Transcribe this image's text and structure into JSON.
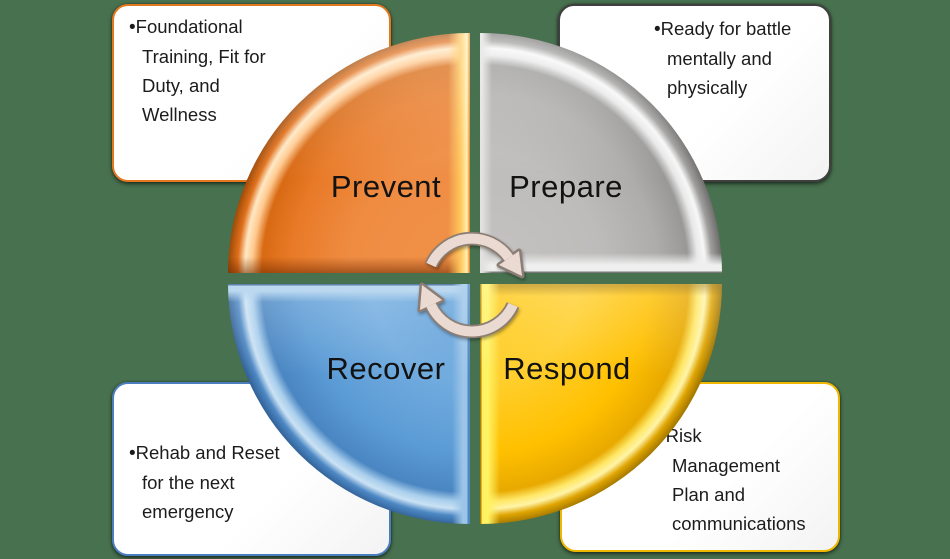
{
  "diagram": {
    "type": "cycle-quadrant",
    "background_color": "#48714F",
    "bullet": "•",
    "arrow_color": "#EADAD1",
    "arrow_outline_color": "#8C7E74",
    "quadrants": [
      {
        "id": "prevent",
        "label": "Prevent",
        "color": "#ED7D31",
        "callout": {
          "text": "Foundational\nTraining, Fit for\nDuty, and\nWellness",
          "border_color": "#E4781F"
        }
      },
      {
        "id": "prepare",
        "label": "Prepare",
        "color": "#A6A6A6",
        "callout": {
          "text": "Ready for battle\nmentally and\nphysically",
          "border_color": "#3F3F3F"
        }
      },
      {
        "id": "recover",
        "label": "Recover",
        "color": "#5B9BD5",
        "callout": {
          "text": "Rehab and Reset\nfor the next\nemergency",
          "border_color": "#4A7EBD"
        }
      },
      {
        "id": "respond",
        "label": "Respond",
        "color": "#FFC000",
        "callout": {
          "text": "Risk\nManagement\nPlan and\ncommunications",
          "border_color": "#EFB700"
        }
      }
    ]
  }
}
